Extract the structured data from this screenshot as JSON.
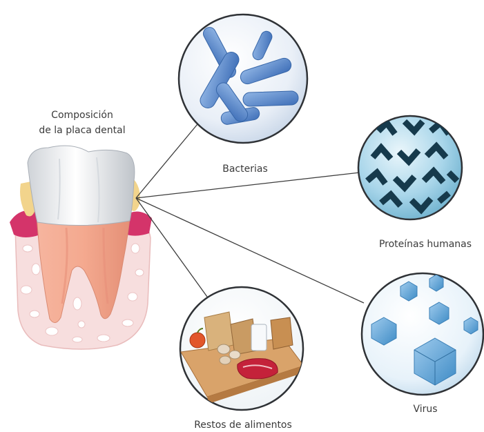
{
  "title_lines": [
    "Composición",
    "de la placa dental"
  ],
  "components": [
    {
      "id": "bacterias",
      "label": "Bacterias"
    },
    {
      "id": "proteinas",
      "label": "Proteínas humanas"
    },
    {
      "id": "virus",
      "label": "Virus"
    },
    {
      "id": "alimentos",
      "label": "Restos de alimentos"
    }
  ],
  "colors": {
    "connector": "#3c3c3c",
    "circle_stroke": "#2f3236",
    "bacteria_blue": "#4f82c8",
    "protein_dark": "#163a4c",
    "virus_blue": "#5aa3d6",
    "gum_pink": "#d4346a",
    "root_salmon": "#ef9e86"
  }
}
